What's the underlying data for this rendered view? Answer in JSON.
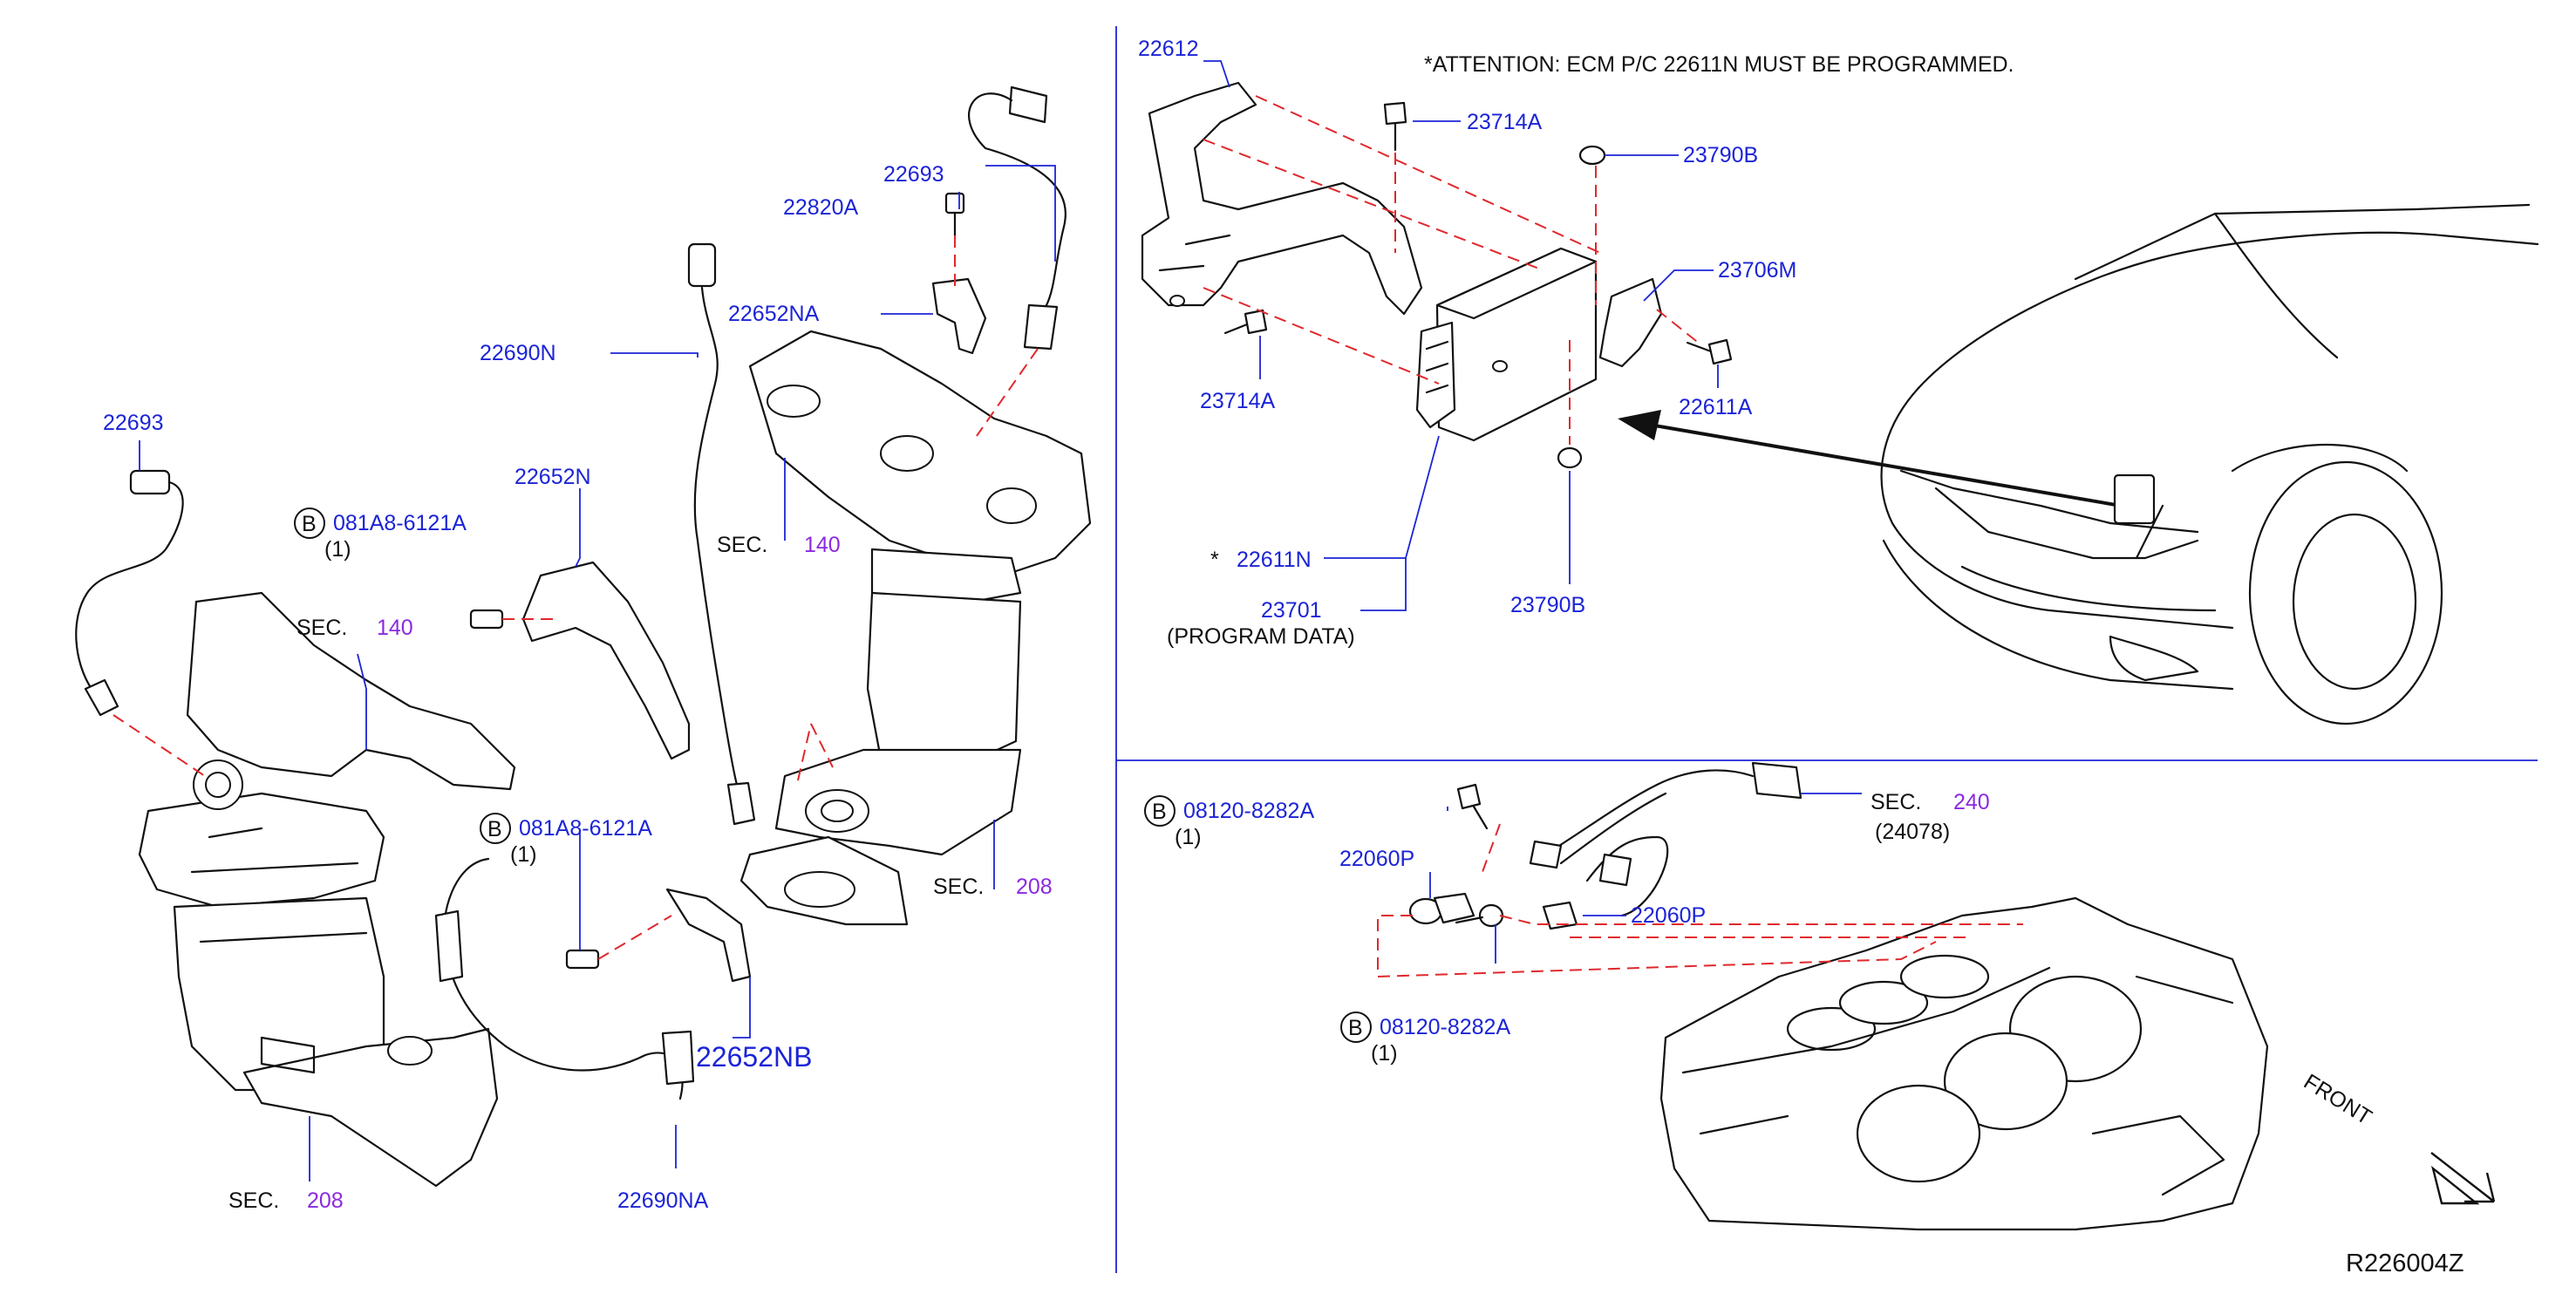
{
  "diagram_code": "R226004Z",
  "attention_note": "*ATTENTION:  ECM  P/C  22611N  MUST  BE  PROGRAMMED.",
  "front_label": "FRONT",
  "left_panel": {
    "sensor_22693_left": "22693",
    "bolt_b_1": {
      "badge": "B",
      "code": "081A8-6121A",
      "qty": "(1)"
    },
    "bracket_22652N": "22652N",
    "sec_140_left": {
      "prefix": "SEC.",
      "num": "140"
    },
    "sec_208_left": {
      "prefix": "SEC.",
      "num": "208"
    },
    "bolt_b_2": {
      "badge": "B",
      "code": "081A8-6121A",
      "qty": "(1)"
    },
    "bracket_22652NB": "22652NB",
    "sensor_22690NA": "22690NA",
    "sensor_22690N": "22690N",
    "bracket_22652NA": "22652NA",
    "bolt_22820A": "22820A",
    "sensor_22693_right": "22693",
    "sec_140_right": {
      "prefix": "SEC.",
      "num": "140"
    },
    "sec_208_right": {
      "prefix": "SEC.",
      "num": "208"
    }
  },
  "ecm_panel": {
    "bracket_22612": "22612",
    "bolt_23714A_top": "23714A",
    "nut_23790B_top": "23790B",
    "bracket_23706M": "23706M",
    "bolt_22611A": "22611A",
    "bolt_23714A_bottom": "23714A",
    "ecm_star": "*",
    "ecm_22611N": "22611N",
    "data_23701": "23701",
    "program_data": "(PROGRAM   DATA)",
    "nut_23790B_bottom": "23790B"
  },
  "engine_panel": {
    "bolt_b_top": {
      "badge": "B",
      "code": "08120-8282A",
      "qty": "(1)"
    },
    "sensor_22060P_left": "22060P",
    "sensor_22060P_right": "22060P",
    "bolt_b_bottom": {
      "badge": "B",
      "code": "08120-8282A",
      "qty": "(1)"
    },
    "sec_240": {
      "prefix": "SEC.",
      "num": "240"
    },
    "harness_24078": "(24078)"
  },
  "colors": {
    "label": "#1c24d6",
    "section": "#8b2ae0",
    "line": "#111111",
    "dash": "#e0282c"
  }
}
